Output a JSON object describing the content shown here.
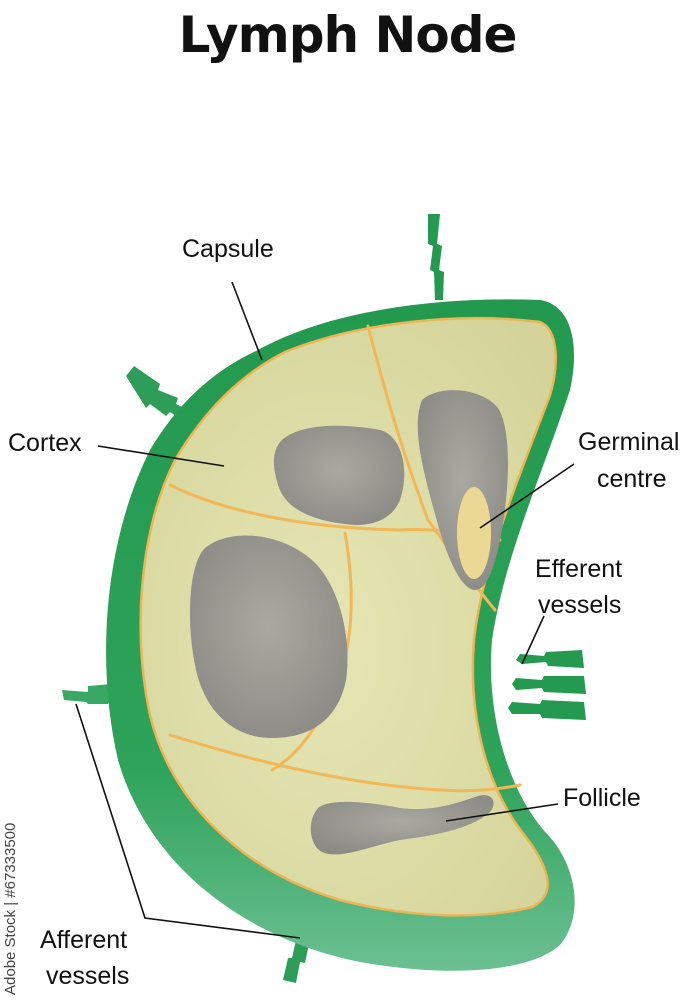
{
  "title": "Lymph Node",
  "labels": {
    "capsule": "Capsule",
    "cortex": "Cortex",
    "germinal_line1": "Germinal",
    "germinal_line2": "centre",
    "efferent_line1": "Efferent",
    "efferent_line2": "vessels",
    "follicle": "Follicle",
    "afferent_line1": "Afferent",
    "afferent_line2": "vessels"
  },
  "watermark": "Adobe Stock | #67333500",
  "colors": {
    "capsule": "#22994e",
    "capsule_light": "#5db886",
    "cortex_fill": "#dcdca4",
    "septa": "#f2b756",
    "follicle": "#9c9a93",
    "germinal_centre": "#ead894"
  }
}
